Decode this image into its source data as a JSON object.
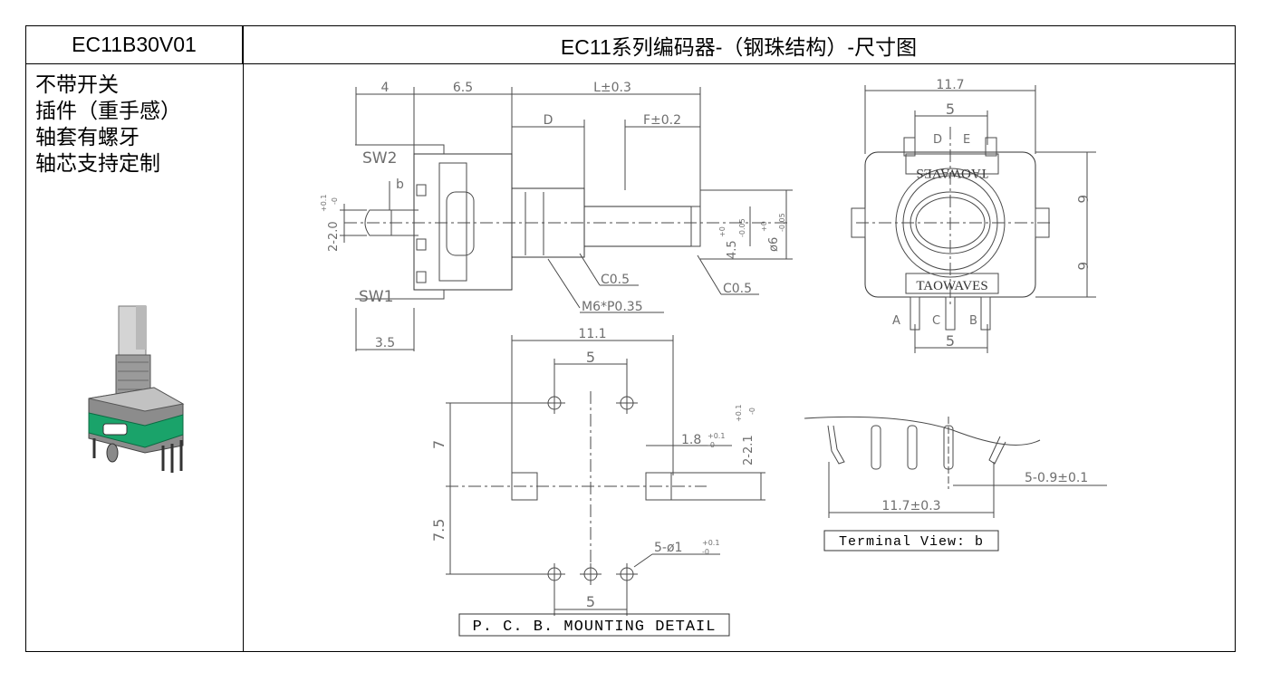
{
  "header": {
    "part_number": "EC11B30V01",
    "title": "EC11系列编码器-（钢珠结构）-尺寸图"
  },
  "features": [
    "不带开关",
    "插件（重手感）",
    "轴套有螺牙",
    "轴芯支持定制"
  ],
  "side_view": {
    "dim_4": "4",
    "dim_6_5": "6.5",
    "dim_L": "L±0.3",
    "dim_D": "D",
    "dim_F": "F±0.2",
    "sw2": "SW2",
    "sw1": "SW1",
    "b_mark": "b",
    "dim_2_2": "2-2.0",
    "dim_2_2_tol_top": "+0.1",
    "dim_2_2_tol_bot": "-0",
    "dim_4_5": "4.5",
    "dim_4_5_tol_top": "+0",
    "dim_4_5_tol_bot": "-0.05",
    "dim_6": "ø6",
    "dim_6_tol_top": "+0",
    "dim_6_tol_bot": "-0.05",
    "c05_a": "C0.5",
    "c05_b": "C0.5",
    "thread": "M6*P0.35",
    "dim_3_5": "3.5"
  },
  "front_view": {
    "dim_11_7": "11.7",
    "dim_5_top": "5",
    "pin_D": "D",
    "pin_E": "E",
    "brand_top": "TAOWAVES",
    "brand_bottom": "TAOWAVES",
    "dim_6_a": "6",
    "dim_6_b": "6",
    "pin_A": "A",
    "pin_C": "C",
    "pin_B": "B",
    "dim_5_bottom": "5"
  },
  "pcb": {
    "dim_11_1": "11.1",
    "dim_5_top": "5",
    "dim_7": "7",
    "dim_7_5": "7.5",
    "dim_1_8": "1.8",
    "dim_1_8_tol_top": "+0.1",
    "dim_1_8_tol_bot": "-0",
    "dim_2_2_1": "2-2.1",
    "dim_2_2_1_tol_top": "+0.1",
    "dim_2_2_1_tol_bot": "-0",
    "hole_note": "5-ø1",
    "hole_tol_top": "+0.1",
    "hole_tol_bot": "-0",
    "dim_5_bottom": "5",
    "caption": "P. C. B. MOUNTING DETAIL"
  },
  "terminal": {
    "pin_note": "5-0.9±0.1",
    "width": "11.7±0.3",
    "caption": "Terminal View: b"
  },
  "colors": {
    "line": "#000000",
    "dimension_text": "#6e6e6e",
    "encoder_body_green": "#1aa36a",
    "encoder_metal": "#8a8a8a"
  }
}
